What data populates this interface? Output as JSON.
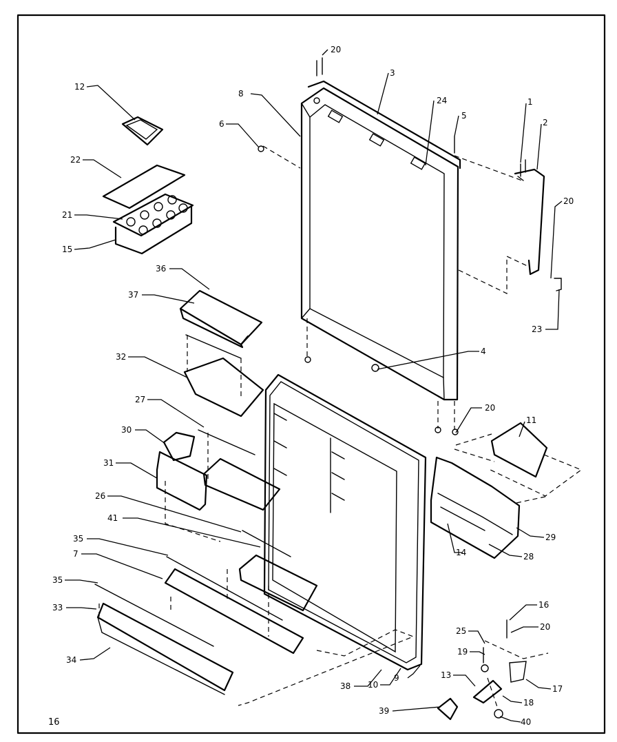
{
  "page_number": "16",
  "callouts": [
    {
      "label": "20"
    },
    {
      "label": "3"
    },
    {
      "label": "8"
    },
    {
      "label": "24"
    },
    {
      "label": "5"
    },
    {
      "label": "1"
    },
    {
      "label": "2"
    },
    {
      "label": "6"
    },
    {
      "label": "12"
    },
    {
      "label": "22"
    },
    {
      "label": "21"
    },
    {
      "label": "15"
    },
    {
      "label": "20"
    },
    {
      "label": "36"
    },
    {
      "label": "37"
    },
    {
      "label": "23"
    },
    {
      "label": "4"
    },
    {
      "label": "32"
    },
    {
      "label": "20"
    },
    {
      "label": "27"
    },
    {
      "label": "11"
    },
    {
      "label": "30"
    },
    {
      "label": "31"
    },
    {
      "label": "26"
    },
    {
      "label": "41"
    },
    {
      "label": "29"
    },
    {
      "label": "28"
    },
    {
      "label": "14"
    },
    {
      "label": "35"
    },
    {
      "label": "7"
    },
    {
      "label": "35"
    },
    {
      "label": "16"
    },
    {
      "label": "33"
    },
    {
      "label": "20"
    },
    {
      "label": "25"
    },
    {
      "label": "19"
    },
    {
      "label": "34"
    },
    {
      "label": "13"
    },
    {
      "label": "17"
    },
    {
      "label": "38"
    },
    {
      "label": "10"
    },
    {
      "label": "9"
    },
    {
      "label": "18"
    },
    {
      "label": "39"
    },
    {
      "label": "40"
    }
  ]
}
